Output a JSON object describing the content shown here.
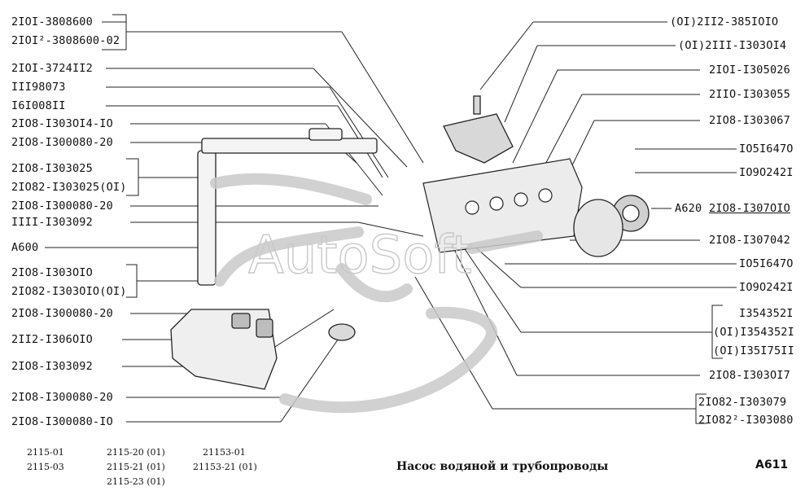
{
  "left_labels": [
    "2IOI-3808600",
    "2IOI²-3808600-02",
    "2IOI-3724II2",
    "III98073",
    "I6I008II",
    "2IO8-I303OI4-IO",
    "2IO8-I300080-20",
    "2IO8-I303025",
    "2IO82-I303025(OI)",
    "2IO8-I300080-20",
    "IIII-I303092",
    "A600",
    "2IO8-I303OIO",
    "2IO82-I303OIO(OI)",
    "2IO8-I300080-20",
    "2II2-I306OIO",
    "2IO8-I303092",
    "2IO8-I300080-20",
    "2IO8-I300080-IO"
  ],
  "right_labels": [
    "(OI)2II2-385IOIO",
    "(OI)2III-I303OI4",
    "2IOI-I305026",
    "2IIO-I303055",
    "2IO8-I303067",
    "IO5I647O",
    "IO9O242I",
    "A620",
    "2IO8-I307OIO",
    "2IO8-I307042",
    "IO5I647O",
    "IO9O242I",
    "I354352I",
    "(OI)I354352I",
    "(OI)I35I75II",
    "2IO8-I303OI7",
    "2IO82-I303079",
    "2IO82²-I303080"
  ],
  "watermark": "AutoSoft",
  "footer": {
    "models_col1": [
      "2115-01",
      "2115-03"
    ],
    "models_col2": [
      "2115-20 (01)",
      "2115-21 (01)",
      "2115-23 (01)"
    ],
    "models_col3": [
      "21153-01",
      "21153-21 (01)"
    ],
    "title": "Насос водяной и трубопроводы",
    "page_code": "A611"
  }
}
